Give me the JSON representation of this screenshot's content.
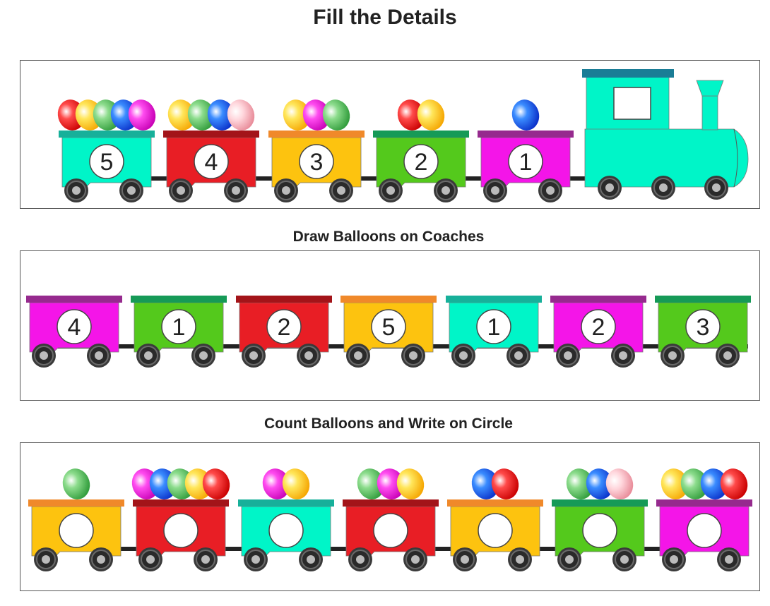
{
  "title": "Fill the Details",
  "section2_title": "Draw Balloons on Coaches",
  "section3_title": "Count Balloons and Write on Circle",
  "colors": {
    "cyan": "#00f5c8",
    "cyan_top": "#17b09a",
    "red": "#e81e25",
    "red_top": "#a31419",
    "yellow": "#fdc30f",
    "yellow_top": "#f0892a",
    "green": "#54c91c",
    "green_top": "#169a57",
    "magenta": "#f415e8",
    "magenta_top": "#962a8e",
    "engine_roof": "#1a7d96"
  },
  "train1": {
    "coaches": [
      {
        "number": "5",
        "color": "cyan",
        "balloons": [
          "red",
          "yellow",
          "green",
          "blue",
          "magenta"
        ]
      },
      {
        "number": "4",
        "color": "red",
        "balloons": [
          "yellow",
          "green",
          "blue",
          "pink"
        ]
      },
      {
        "number": "3",
        "color": "yellow",
        "balloons": [
          "yellow",
          "magenta",
          "green"
        ]
      },
      {
        "number": "2",
        "color": "green",
        "balloons": [
          "red",
          "yellow"
        ]
      },
      {
        "number": "1",
        "color": "magenta",
        "balloons": [
          "blue"
        ]
      }
    ],
    "engine_color": "cyan"
  },
  "train2": {
    "coaches": [
      {
        "number": "4",
        "color": "magenta"
      },
      {
        "number": "1",
        "color": "green"
      },
      {
        "number": "2",
        "color": "red"
      },
      {
        "number": "5",
        "color": "yellow"
      },
      {
        "number": "1",
        "color": "cyan"
      },
      {
        "number": "2",
        "color": "magenta"
      },
      {
        "number": "3",
        "color": "green"
      }
    ]
  },
  "train3": {
    "coaches": [
      {
        "number": "",
        "color": "yellow",
        "balloons": [
          "green"
        ]
      },
      {
        "number": "",
        "color": "red",
        "balloons": [
          "magenta",
          "blue",
          "green",
          "yellow",
          "red"
        ]
      },
      {
        "number": "",
        "color": "cyan",
        "balloons": [
          "magenta",
          "yellow"
        ]
      },
      {
        "number": "",
        "color": "red",
        "balloons": [
          "green",
          "magenta",
          "yellow"
        ]
      },
      {
        "number": "",
        "color": "yellow",
        "balloons": [
          "blue",
          "red"
        ]
      },
      {
        "number": "",
        "color": "green",
        "balloons": [
          "green",
          "blue",
          "pink"
        ]
      },
      {
        "number": "",
        "color": "magenta",
        "balloons": [
          "yellow",
          "green",
          "blue",
          "red"
        ]
      }
    ]
  }
}
